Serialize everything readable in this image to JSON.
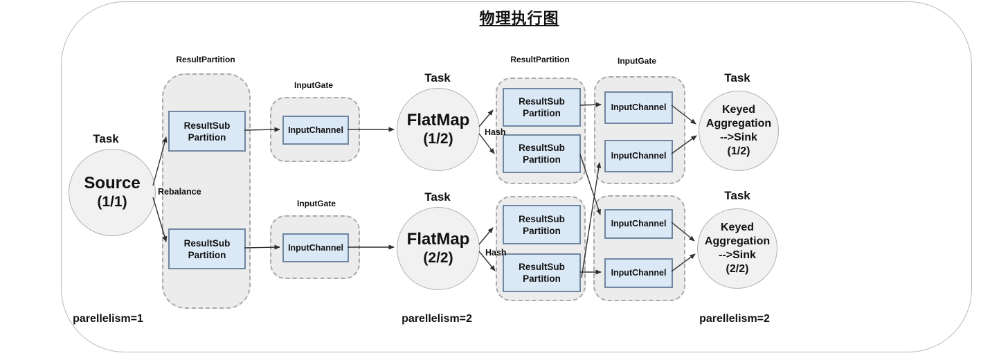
{
  "title": "物理执行图",
  "labels": {
    "task": "Task",
    "result_partition": "ResultPartition",
    "input_gate": "InputGate",
    "result_sub_line1": "ResultSub",
    "result_sub_line2": "Partition",
    "input_channel": "InputChannel",
    "rebalance": "Rebalance",
    "hash": "Hash"
  },
  "nodes": {
    "source": {
      "name": "Source",
      "instance": "(1/1)"
    },
    "flatmap_1": {
      "name": "FlatMap",
      "instance": "(1/2)"
    },
    "flatmap_2": {
      "name": "FlatMap",
      "instance": "(2/2)"
    },
    "keyed_agg_1": {
      "line1": "Keyed",
      "line2": "Aggregation",
      "line3": "-->Sink",
      "line4": "(1/2)"
    },
    "keyed_agg_2": {
      "line1": "Keyed",
      "line2": "Aggregation",
      "line3": "-->Sink",
      "line4": "(2/2)"
    }
  },
  "footnotes": {
    "left": "parellelism=1",
    "middle": "parellelism=2",
    "right": "parellelism=2"
  },
  "colors": {
    "container_fill": "#ececec",
    "container_border": "#a9a9a9",
    "box_fill": "#dbe9f7",
    "box_border": "#6f87a0",
    "circle_fill": "#f1f1f1",
    "arrow": "#2f2f2f"
  }
}
